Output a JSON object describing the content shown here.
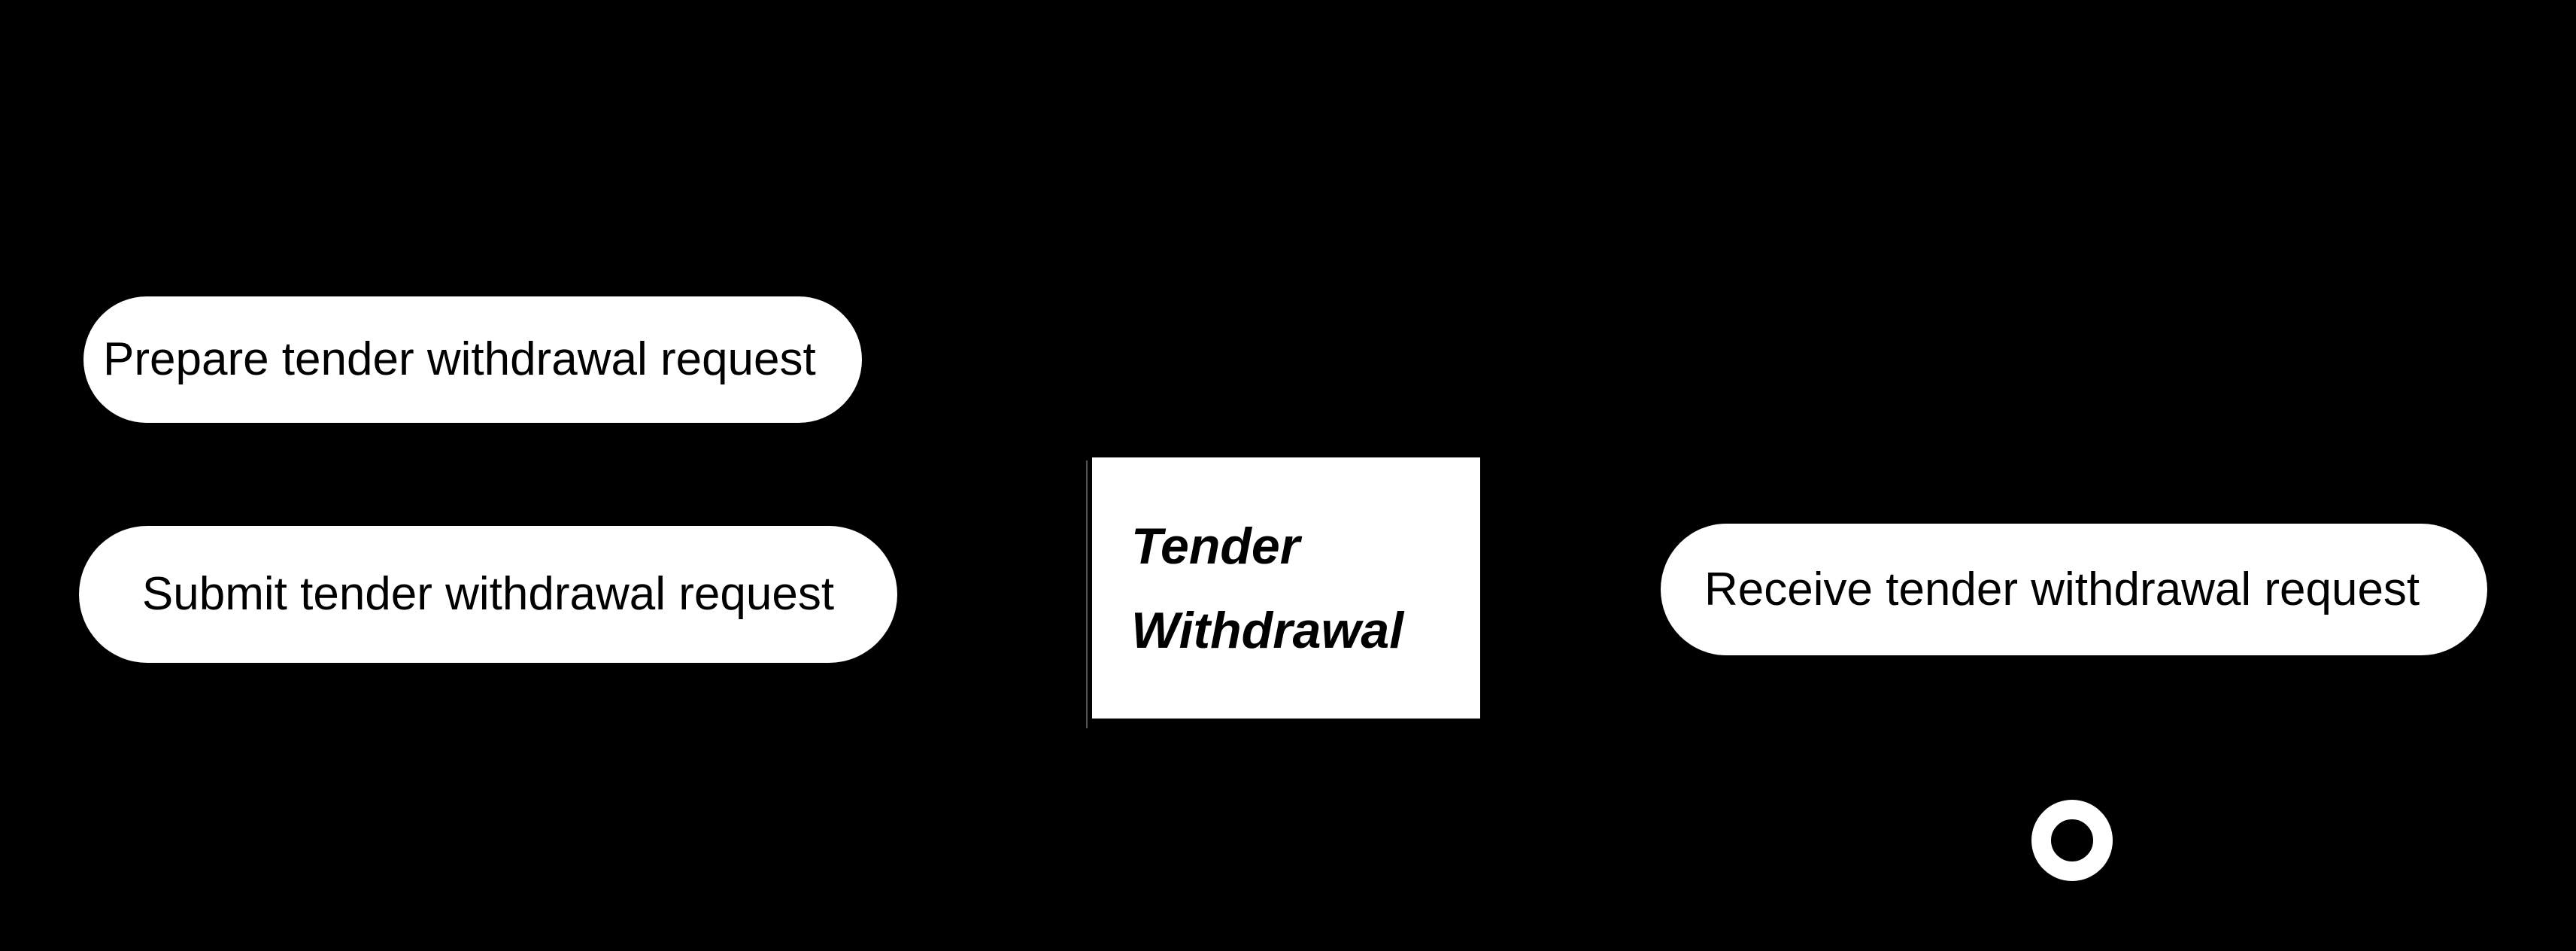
{
  "diagram": {
    "type": "bpmn-process-fragment",
    "background_color": "#000000",
    "shape_fill_color": "#ffffff",
    "shape_text_color": "#000000",
    "subprocess_outline_color": "#555555",
    "nodes": [
      {
        "id": "prepare",
        "type": "rounded-task",
        "label": "Prepare tender withdrawal request"
      },
      {
        "id": "submit",
        "type": "rounded-task",
        "label": "Submit tender withdrawal request"
      },
      {
        "id": "tender-withdrawal",
        "type": "subprocess",
        "label_line1": "Tender",
        "label_line2": "Withdrawal"
      },
      {
        "id": "receive",
        "type": "rounded-task",
        "label": "Receive tender withdrawal request"
      },
      {
        "id": "end-event",
        "type": "end-event-ring",
        "label": ""
      }
    ]
  }
}
